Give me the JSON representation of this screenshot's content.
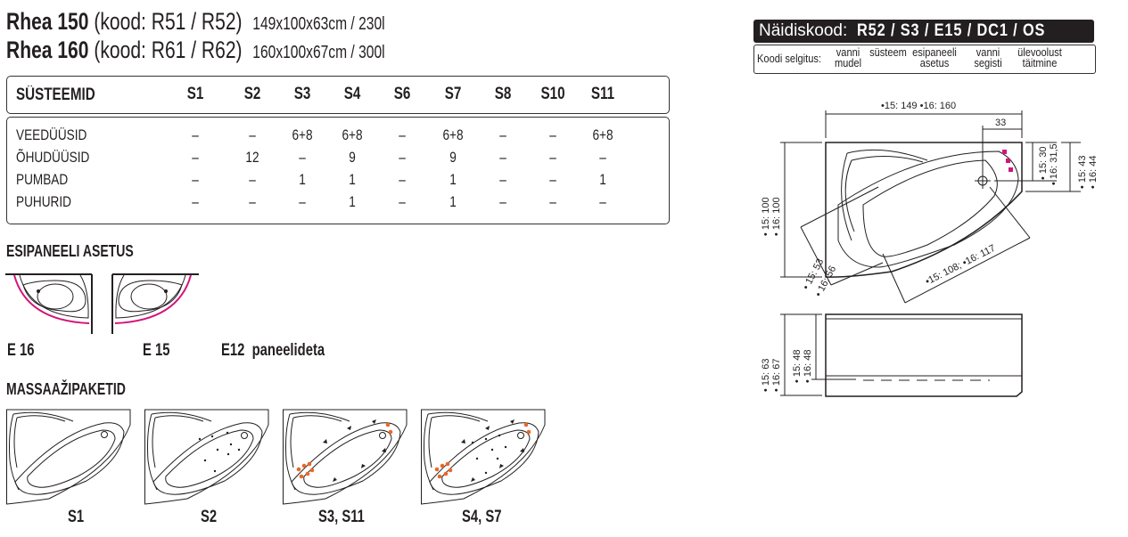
{
  "titles": [
    {
      "model": "Rhea 150",
      "code": "(kood: R51 / R52)",
      "dims": "149x100x63cm / 230l"
    },
    {
      "model": "Rhea 160",
      "code": "(kood: R61 / R62)",
      "dims": "160x100x67cm / 300l"
    }
  ],
  "systems_table": {
    "header": "SÜSTEEMID",
    "columns": [
      "S1",
      "S2",
      "S3",
      "S4",
      "S6",
      "S7",
      "S8",
      "S10",
      "S11"
    ],
    "rows": [
      {
        "label": "VEEDÜÜSID",
        "values": [
          "–",
          "–",
          "6+8",
          "6+8",
          "–",
          "6+8",
          "–",
          "–",
          "6+8"
        ]
      },
      {
        "label": "ÕHUDÜÜSID",
        "values": [
          "–",
          "12",
          "–",
          "9",
          "–",
          "9",
          "–",
          "–",
          "–"
        ]
      },
      {
        "label": "PUMBAD",
        "values": [
          "–",
          "–",
          "1",
          "1",
          "–",
          "1",
          "–",
          "–",
          "1"
        ]
      },
      {
        "label": "PUHURID",
        "values": [
          "–",
          "–",
          "–",
          "1",
          "–",
          "1",
          "–",
          "–",
          "–"
        ]
      }
    ]
  },
  "panel_section": {
    "title": "ESIPANEELI ASETUS",
    "options": [
      "E 16",
      "E 15",
      "E12  paneelideta"
    ]
  },
  "massage_section": {
    "title": "MASSAAŽIPAKETID",
    "packages": [
      "S1",
      "S2",
      "S3, S11",
      "S4, S7"
    ]
  },
  "example_code": {
    "label": "Näidiskood:",
    "value": "R52 / S3 / E15 / DC1 / OS",
    "explanation_label": "Koodi selgitus:",
    "parts": [
      [
        "vanni",
        "mudel"
      ],
      [
        "süsteem",
        ""
      ],
      [
        "esipaneeli",
        "asetus"
      ],
      [
        "vanni",
        "segisti"
      ],
      [
        "ülevoolust",
        "täitmine"
      ]
    ]
  },
  "dimensions": {
    "width": "•15: 149  •16: 160",
    "drain_offset": "33",
    "drain_depth_a": "• 15: 30",
    "drain_depth_b": "• 16: 31,5",
    "side_a": "• 15: 43",
    "side_b": "• 16: 44",
    "depth_a": "• 15: 100",
    "depth_b": "• 16: 100",
    "inner_w_a": "• 15: 53",
    "inner_w_b": "• 16: 56",
    "inner_len": "•15: 108; •16: 117",
    "height_a": "• 15: 63",
    "height_b": "• 16: 67",
    "inner_h_a": "• 15: 48",
    "inner_h_b": "• 16: 48"
  },
  "colors": {
    "accent_magenta": "#d4147c",
    "jet_orange": "#e8682a",
    "dark": "#231f20"
  }
}
